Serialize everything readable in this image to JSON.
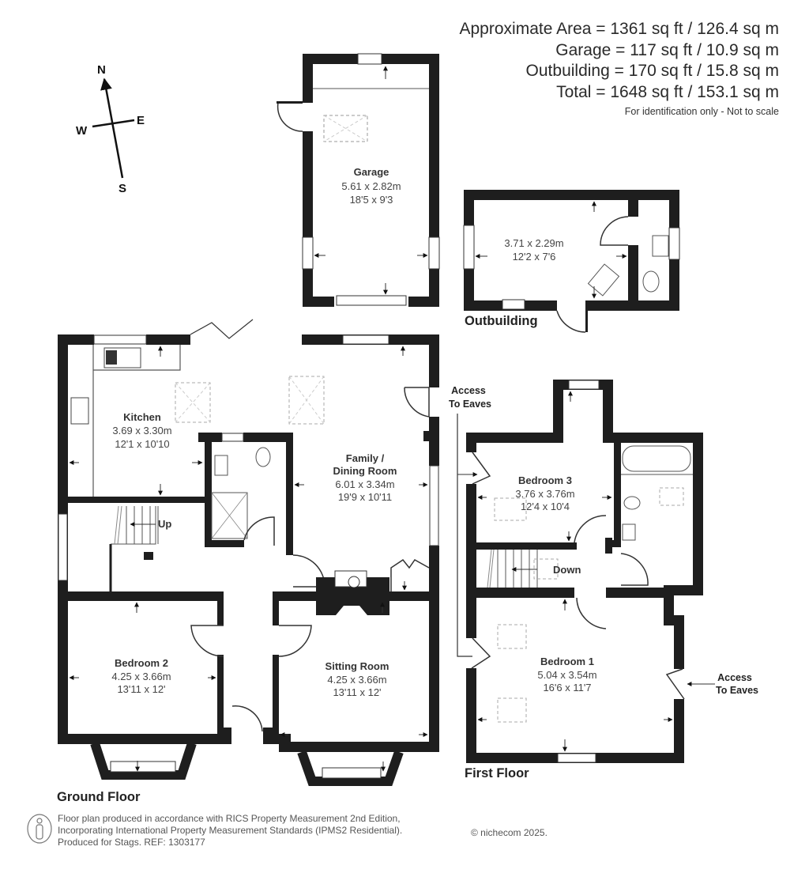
{
  "areas": {
    "approximate": "Approximate Area = 1361 sq ft / 126.4 sq m",
    "garage": "Garage = 117 sq ft / 10.9 sq m",
    "outbuilding": "Outbuilding = 170 sq ft / 15.8 sq m",
    "total": "Total = 1648 sq ft / 153.1 sq m",
    "note": "For identification only - Not to scale"
  },
  "compass": {
    "n": "N",
    "s": "S",
    "e": "E",
    "w": "W"
  },
  "floors": {
    "ground": "Ground Floor",
    "first": "First Floor",
    "outbuilding": "Outbuilding"
  },
  "rooms": {
    "garage": {
      "name": "Garage",
      "metric": "5.61 x 2.82m",
      "imperial": "18'5 x 9'3"
    },
    "outbuilding": {
      "metric": "3.71 x 2.29m",
      "imperial": "12'2 x 7'6"
    },
    "kitchen": {
      "name": "Kitchen",
      "metric": "3.69 x 3.30m",
      "imperial": "12'1 x 10'10"
    },
    "family": {
      "name1": "Family /",
      "name2": "Dining Room",
      "metric": "6.01 x 3.34m",
      "imperial": "19'9 x 10'11"
    },
    "bedroom2": {
      "name": "Bedroom 2",
      "metric": "4.25 x 3.66m",
      "imperial": "13'11 x 12'"
    },
    "sitting": {
      "name": "Sitting Room",
      "metric": "4.25 x 3.66m",
      "imperial": "13'11 x 12'"
    },
    "bedroom3": {
      "name": "Bedroom 3",
      "metric": "3.76 x 3.76m",
      "imperial": "12'4 x 10'4"
    },
    "bedroom1": {
      "name": "Bedroom 1",
      "metric": "5.04 x 3.54m",
      "imperial": "16'6 x 11'7"
    }
  },
  "labels": {
    "up": "Up",
    "down": "Down",
    "eaves1_a": "Access",
    "eaves1_b": "To Eaves",
    "eaves2_a": "Access",
    "eaves2_b": "To Eaves"
  },
  "footer": {
    "line1": "Floor plan produced in accordance with RICS Property Measurement 2nd Edition,",
    "line2": "Incorporating International Property Measurement Standards (IPMS2 Residential).",
    "line3": "Produced for Stags.   REF: 1303177",
    "copyright": "© nichecom 2025."
  },
  "colors": {
    "wall": "#1e1e1e",
    "text": "#333333",
    "background": "#ffffff"
  }
}
